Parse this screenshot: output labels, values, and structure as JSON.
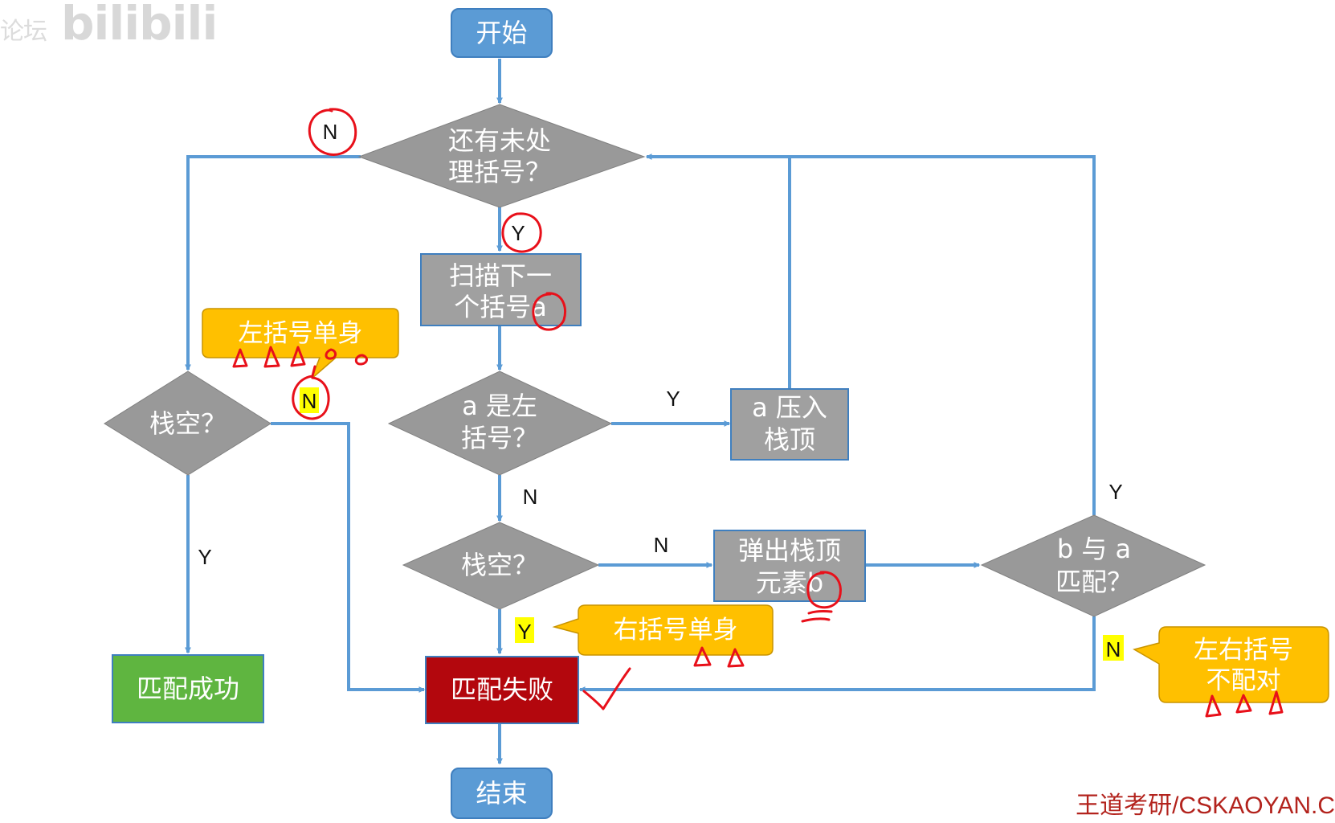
{
  "watermark": {
    "prefix": "论坛",
    "text": "bilibili"
  },
  "footer": {
    "text": "王道考研/CSKAOYAN.C"
  },
  "nodes": {
    "start": {
      "label": "开始"
    },
    "has_more": {
      "line1": "还有未处",
      "line2": "理括号？"
    },
    "scan_next": {
      "line1": "扫描下一",
      "line2": "个括号a"
    },
    "is_left": {
      "line1": "a 是左",
      "line2": "括号？"
    },
    "push": {
      "line1": "a 压入",
      "line2": "栈顶"
    },
    "stack_empty_left": {
      "label": "栈空？"
    },
    "stack_empty_mid": {
      "label": "栈空？"
    },
    "pop": {
      "line1": "弹出栈顶",
      "line2": "元素b"
    },
    "match_check": {
      "line1": "b 与 a",
      "line2": "匹配？"
    },
    "success": {
      "label": "匹配成功"
    },
    "fail": {
      "label": "匹配失败"
    },
    "end": {
      "label": "结束"
    }
  },
  "branches": {
    "has_more_no": "N",
    "has_more_yes": "Y",
    "is_left_yes": "Y",
    "is_left_no": "N",
    "stack_empty_mid_no": "N",
    "stack_empty_mid_yes": "Y",
    "stack_empty_left_no": "N",
    "stack_empty_left_yes": "Y",
    "match_yes": "Y",
    "match_no": "N"
  },
  "callouts": {
    "left_single": "左括号单身",
    "right_single": "右括号单身",
    "mismatch": {
      "line1": "左右括号",
      "line2": "不配对"
    }
  },
  "colors": {
    "terminal": "#5b9bd5",
    "decision": "#999999",
    "process": "#a0a0a0",
    "success": "#5fb540",
    "fail": "#b3070d",
    "callout": "#ffc000",
    "arrow": "#5b9bd5",
    "highlight": "#ffff00",
    "annotation": "#e8101a"
  }
}
